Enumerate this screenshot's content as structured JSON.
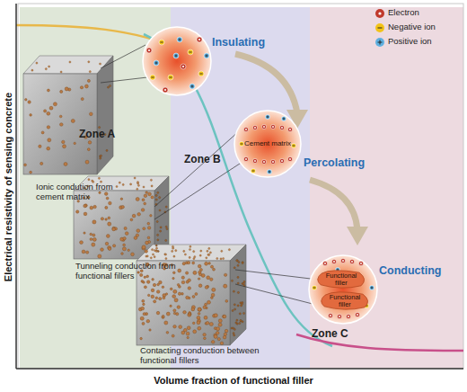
{
  "diagram": {
    "nodes": [
      {
        "text": [
          "Zone A"
        ]
      },
      {
        "text": [
          "Zone B"
        ]
      },
      {
        "text": [
          "Zone C"
        ]
      },
      {
        "text": [
          "Cement matrix"
        ],
        "in": 1
      },
      {
        "text": [
          "Functional filler"
        ],
        "in": 2
      },
      {
        "text": [
          "Functional filler"
        ],
        "in": 2
      }
    ],
    "labels": [
      "Insulating",
      "Percolating",
      "Conducting",
      "Ionic condution from cement matrix",
      "Tunneling conduction from functional fillers",
      "Contacting conduction between functional fillers",
      "Electrical resistivity of sensing concrete",
      "Volume fraction of functional filler"
    ],
    "legend": [
      {
        "text": "Electron",
        "color": "#c0392b"
      },
      {
        "text": "Negative ion",
        "color": "#f2c318"
      },
      {
        "text": "Positive ion",
        "color": "#5fb0e0"
      }
    ]
  }
}
